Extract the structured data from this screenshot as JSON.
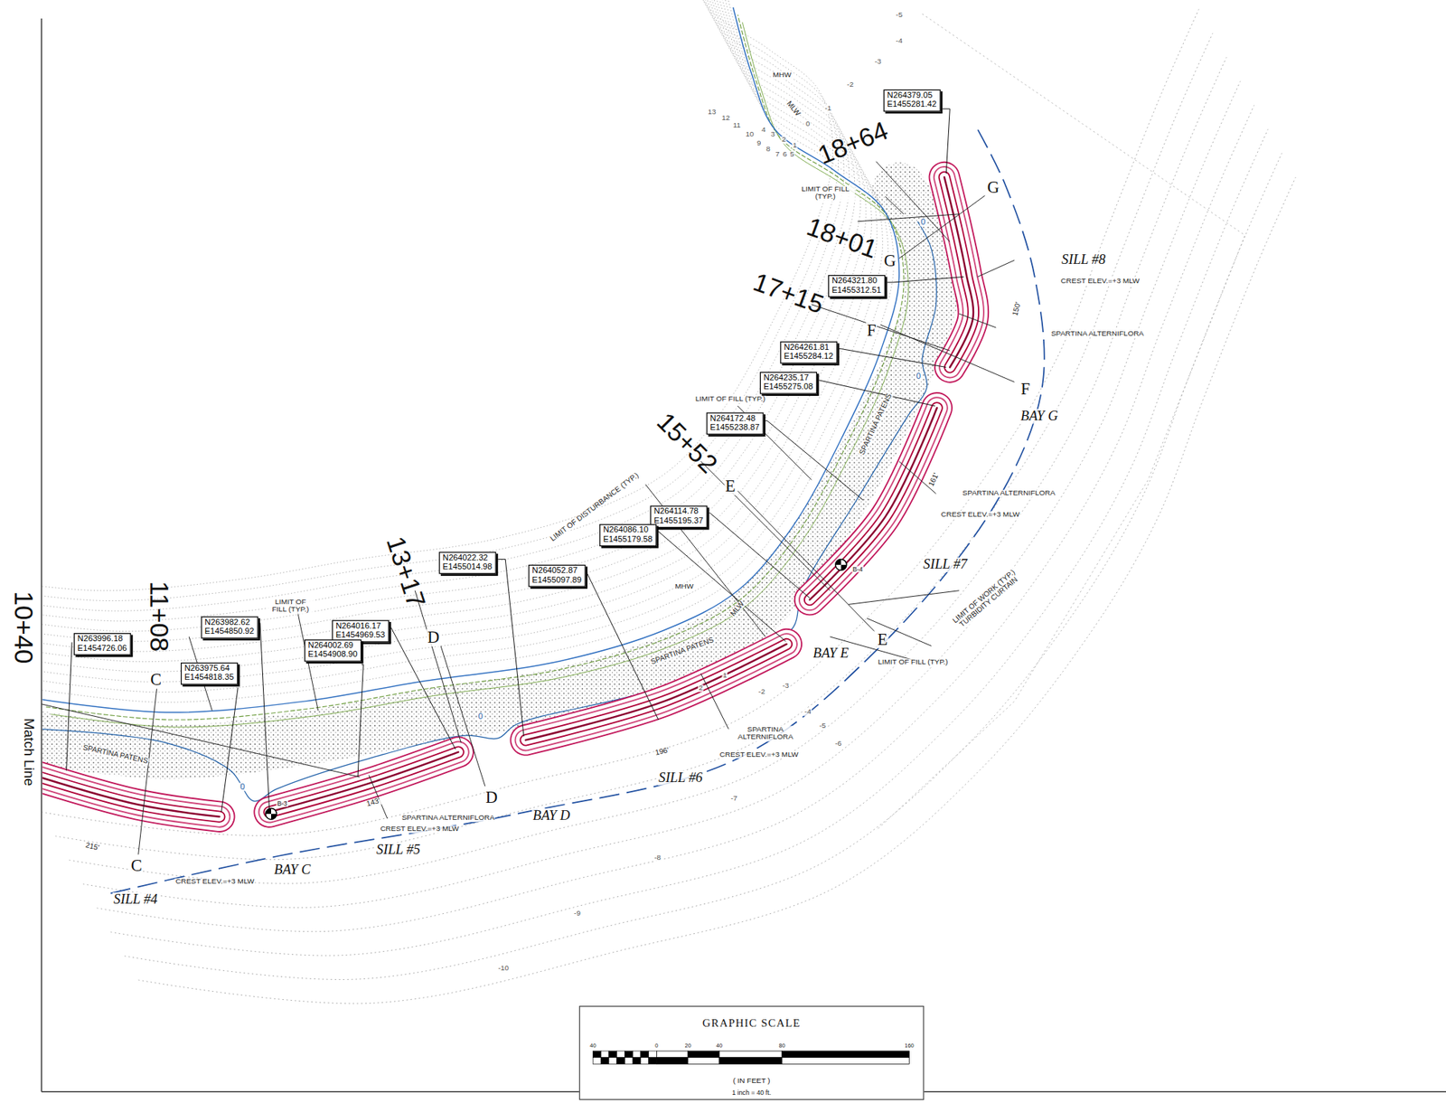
{
  "diagram": {
    "nodes": [
      {
        "text": [
          "N264379.05 E1455281.42"
        ]
      },
      {
        "text": [
          "N264321.80 E1455312.51"
        ]
      },
      {
        "text": [
          "N264261.81 E1455284.12"
        ]
      },
      {
        "text": [
          "N264235.17 E1455275.08"
        ]
      },
      {
        "text": [
          "N264172.48 E1455238.87"
        ]
      },
      {
        "text": [
          "N264114.78 E1455195.37"
        ]
      },
      {
        "text": [
          "N264086.10 E1455179.58"
        ]
      },
      {
        "text": [
          "N264022.32 E1455014.98"
        ]
      },
      {
        "text": [
          "N264052.87 E1455097.89"
        ]
      },
      {
        "text": [
          "N263982.62 E1454850.92"
        ]
      },
      {
        "text": [
          "N264016.17 E1454969.53"
        ]
      },
      {
        "text": [
          "N264002.69 E1454908.90"
        ]
      },
      {
        "text": [
          "N263996.18 E1454726.06"
        ]
      },
      {
        "text": [
          "N263975.64 E1454818.35"
        ]
      },
      {
        "text": [
          "GRAPHIC SCALE",
          "40",
          "0",
          "20",
          "40",
          "80",
          "160",
          "( IN FEET )",
          "1 inch = 40 ft."
        ]
      }
    ],
    "labels": [
      "18+64",
      "18+01",
      "17+15",
      "15+52",
      "13+17",
      "11+08",
      "10+40",
      "Match Line",
      "G",
      "G",
      "F",
      "F",
      "E",
      "E",
      "D",
      "D",
      "C",
      "C",
      "SILL #8",
      "SILL #7",
      "SILL #6",
      "SILL #5",
      "SILL #4",
      "BAY G",
      "BAY E",
      "BAY D",
      "BAY C",
      "CREST ELEV.=+3 MLW",
      "CREST ELEV.=+3 MLW",
      "CREST ELEV.=+3 MLW",
      "CREST ELEV.=+3 MLW",
      "CREST ELEV.=+3 MLW",
      "SPARTINA ALTERNIFLORA",
      "SPARTINA ALTERNIFLORA",
      "SPARTINA ALTERNIFLORA",
      "SPARTINA ALTERNIFLORA",
      "SPARTINA PATENS",
      "SPARTINA PATENS",
      "SPARTINA PATENS",
      "LIMIT OF FILL (TYP.)",
      "LIMIT OF FILL (TYP.)",
      "LIMIT OF FILL (TYP.)",
      "LIMIT OF FILL (TYP.)",
      "LIMIT OF DISTURBANCE (TYP.)",
      "LIMIT OF WORK (TYP.) TURBIDITY CURTAIN",
      "MHW",
      "MLW",
      "MHW",
      "MLW",
      "150'",
      "161'",
      "196'",
      "143'",
      "215'",
      "B-3",
      "B-4",
      "-5",
      "-4",
      "-3",
      "-2",
      "-1",
      "0",
      "13",
      "12",
      "11",
      "10",
      "9",
      "8",
      "7",
      "6",
      "5",
      "4",
      "3",
      "2",
      "1",
      "-3",
      "-4",
      "-5",
      "-6",
      "-7",
      "-8",
      "-9",
      "-10",
      "2",
      "1",
      "-2",
      "0",
      "0",
      "0",
      "0"
    ]
  }
}
